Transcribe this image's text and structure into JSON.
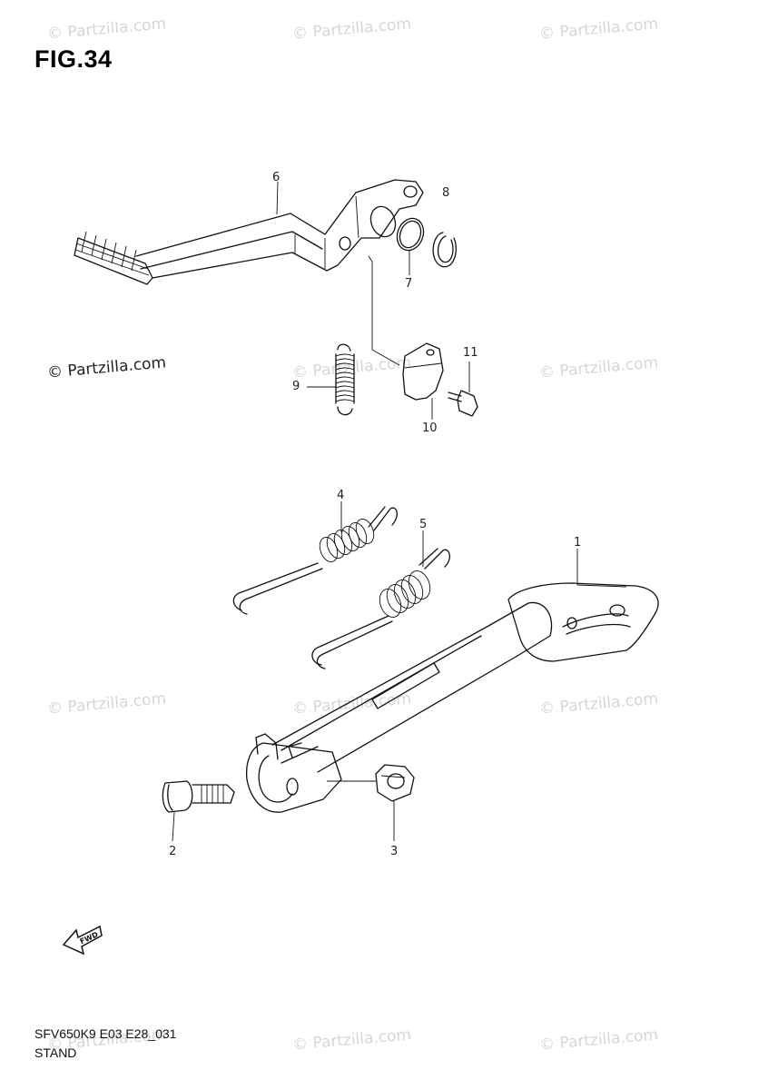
{
  "figure": {
    "title": "FIG.34"
  },
  "watermarks": [
    {
      "text": "© Partzilla.com"
    },
    {
      "text": "© Partzilla.com"
    },
    {
      "text": "© Partzilla.com"
    },
    {
      "text": "© Partzilla.com"
    },
    {
      "text": "© Partzilla.com"
    },
    {
      "text": "© Partzilla.com"
    },
    {
      "text": "© Partzilla.com"
    },
    {
      "text": "© Partzilla.com"
    },
    {
      "text": "© Partzilla.com"
    },
    {
      "text": "© Partzilla.com"
    },
    {
      "text": "© Partzilla.com"
    },
    {
      "text": "© Partzilla.com"
    }
  ],
  "callouts": {
    "c1": "1",
    "c2": "2",
    "c3": "3",
    "c4": "4",
    "c5": "5",
    "c6": "6",
    "c7": "7",
    "c8": "8",
    "c9": "9",
    "c10": "10",
    "c11": "11"
  },
  "fwd_label": "FWD",
  "footer": {
    "code": "SFV650K9 E03 E28_031",
    "section": "STAND"
  }
}
